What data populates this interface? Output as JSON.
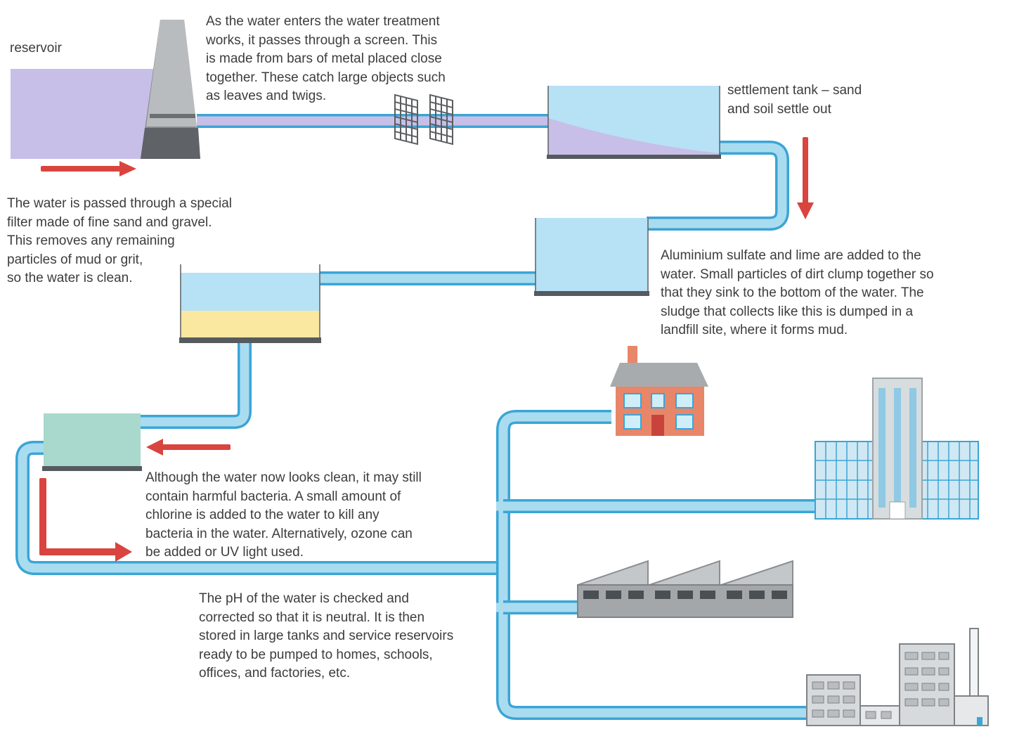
{
  "labels": {
    "reservoir": "reservoir",
    "settlement_tank": [
      "settlement tank – sand",
      "and soil settle out"
    ]
  },
  "captions": {
    "screen": [
      "As the water enters the water treatment",
      "works, it passes through a screen. This",
      "is made from bars of metal placed close",
      "together. These catch large objects such",
      "as leaves and twigs."
    ],
    "filter": [
      "The water is passed through a special",
      "filter made of fine sand and gravel.",
      "This removes any remaining",
      "particles of mud or grit,",
      "so the water is clean."
    ],
    "coagulation": [
      "Aluminium sulfate and lime are added to the",
      "water. Small particles of dirt clump together so",
      "that they sink to the bottom of the water. The",
      "sludge that collects like this is dumped in a",
      "landfill site, where it forms mud."
    ],
    "chlorination": [
      "Although the water now looks clean, it may still",
      "contain harmful bacteria. A small amount of",
      "chlorine is added to the water to kill any",
      "bacteria in the water. Alternatively, ozone can",
      "be added or UV light used."
    ],
    "ph_check": [
      "The pH of the water is checked and",
      "corrected so that it is neutral. It is then",
      "stored in large tanks and service reservoirs",
      "ready to be pumped to homes, schools,",
      "offices, and factories, etc."
    ]
  },
  "colors": {
    "pipe": "#aadcf0",
    "pipe_edge": "#3aa5d6",
    "reservoir_water": "#c7bfe8",
    "tank_water": "#b7e1f5",
    "sand": "#fbe8a0",
    "chlorine_tank": "#a9d9cc",
    "arrow": "#d9443f",
    "tank_base": "#555a5e",
    "house_wall": "#e8866a",
    "roof": "#a7abad"
  },
  "icons": [
    "screen-grid-icon",
    "house-icon",
    "office-building-icon",
    "factory-icon",
    "industrial-plant-icon",
    "flow-arrow-icon"
  ]
}
